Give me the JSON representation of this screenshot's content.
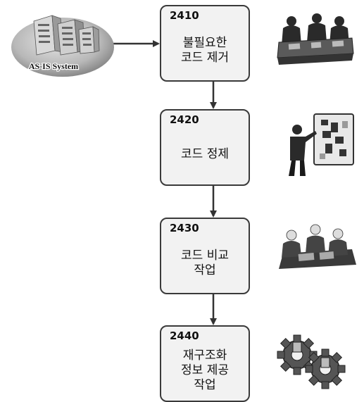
{
  "system": {
    "label": "AS-IS System"
  },
  "steps": [
    {
      "number": "2410",
      "label": "불필요한\n코드 제거",
      "icon": "team-meeting-icon"
    },
    {
      "number": "2420",
      "label": "코드 정제",
      "icon": "presenter-board-icon"
    },
    {
      "number": "2430",
      "label": "코드 비교\n작업",
      "icon": "group-discussion-icon"
    },
    {
      "number": "2440",
      "label": "재구조화\n정보 제공\n작업",
      "icon": "gears-icon"
    }
  ]
}
